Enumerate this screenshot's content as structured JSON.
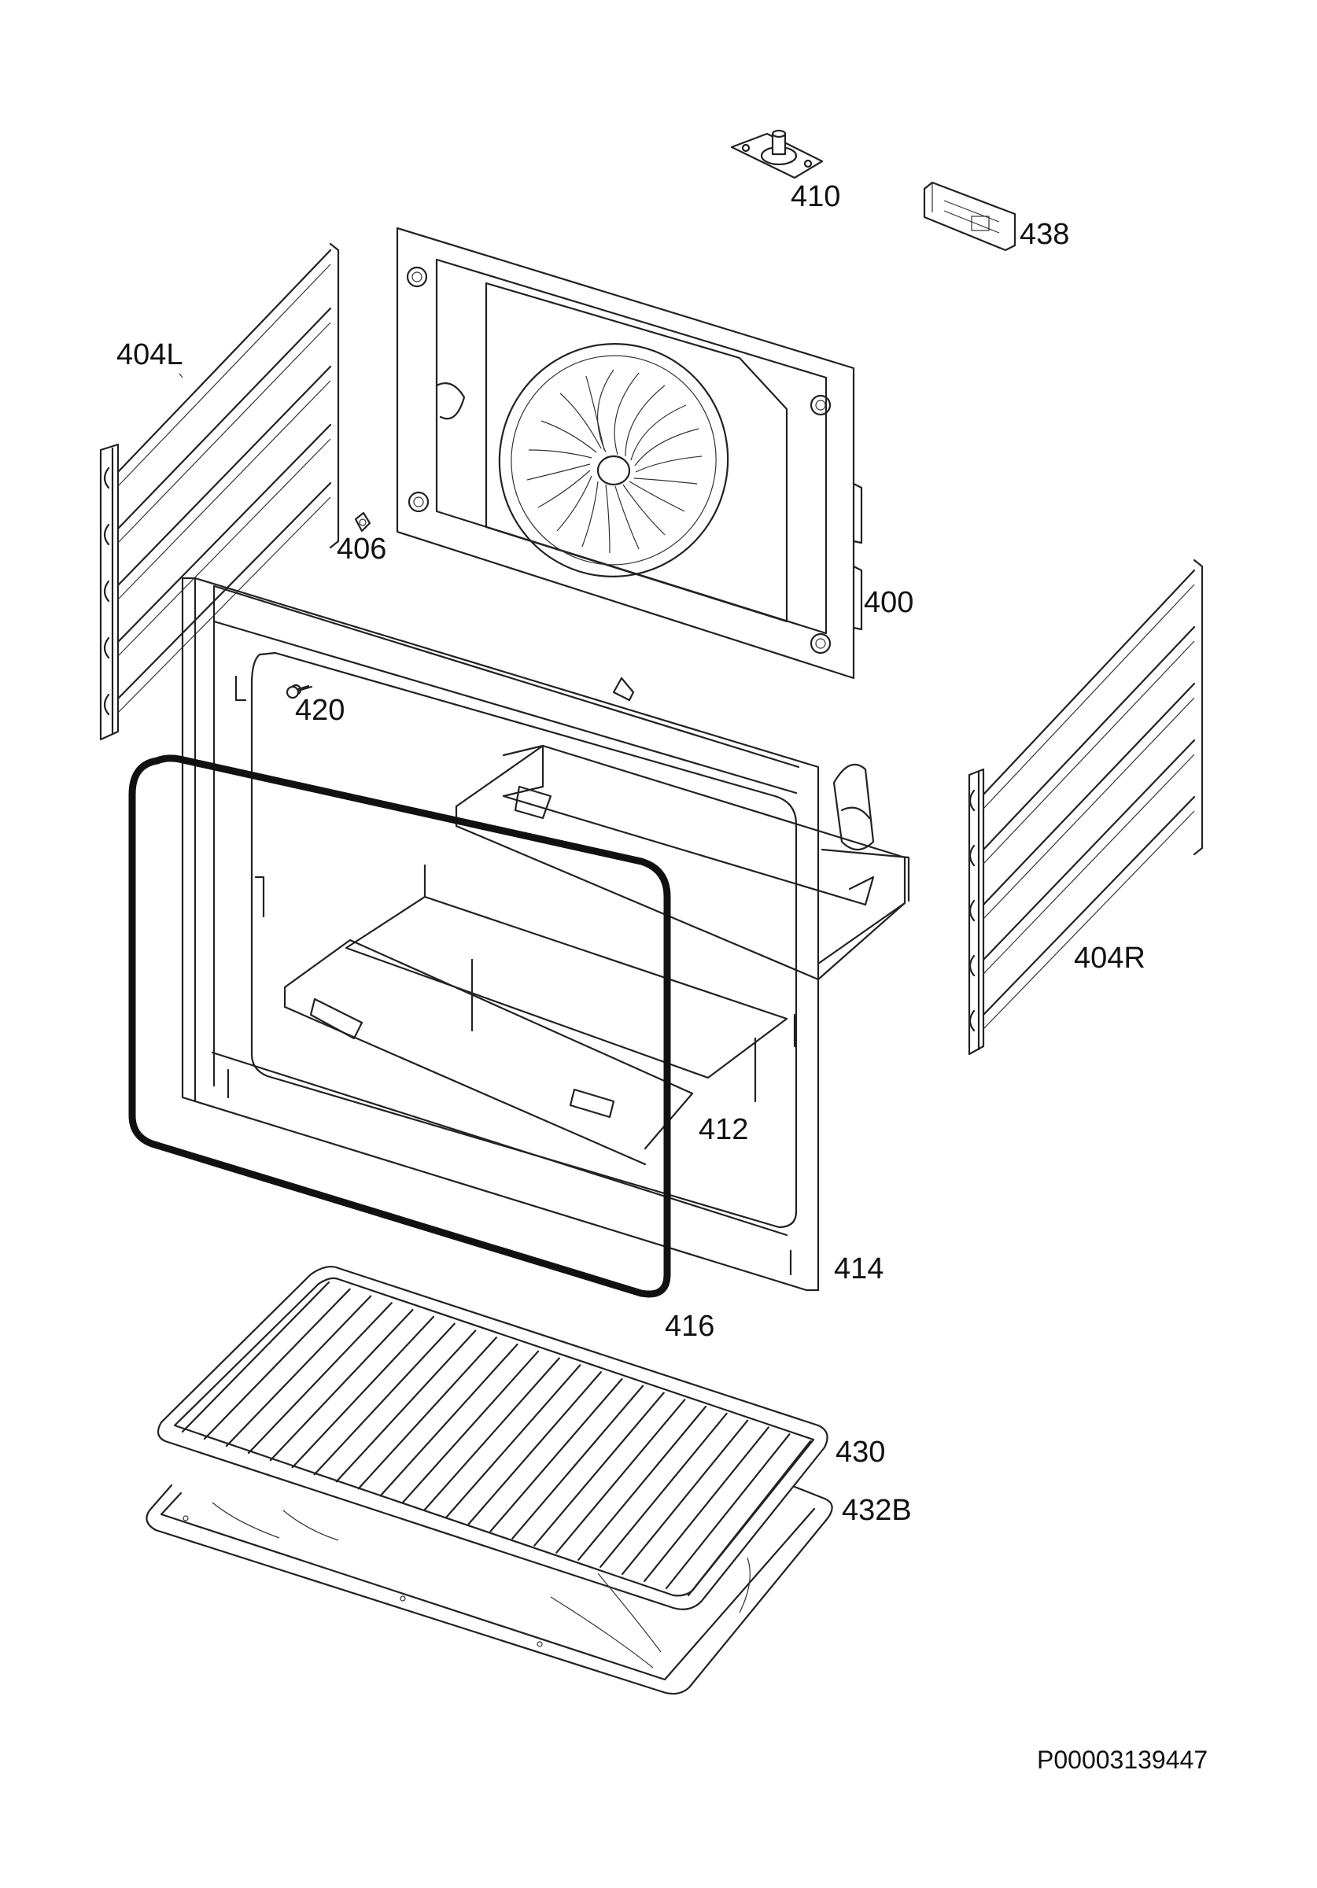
{
  "document_id": "P00003139447",
  "labels": {
    "p410": "410",
    "p438": "438",
    "p404L": "404L",
    "p406": "406",
    "p400": "400",
    "p420": "420",
    "p404R": "404R",
    "p412": "412",
    "p414": "414",
    "p416": "416",
    "p430": "430",
    "p432B": "432B"
  }
}
